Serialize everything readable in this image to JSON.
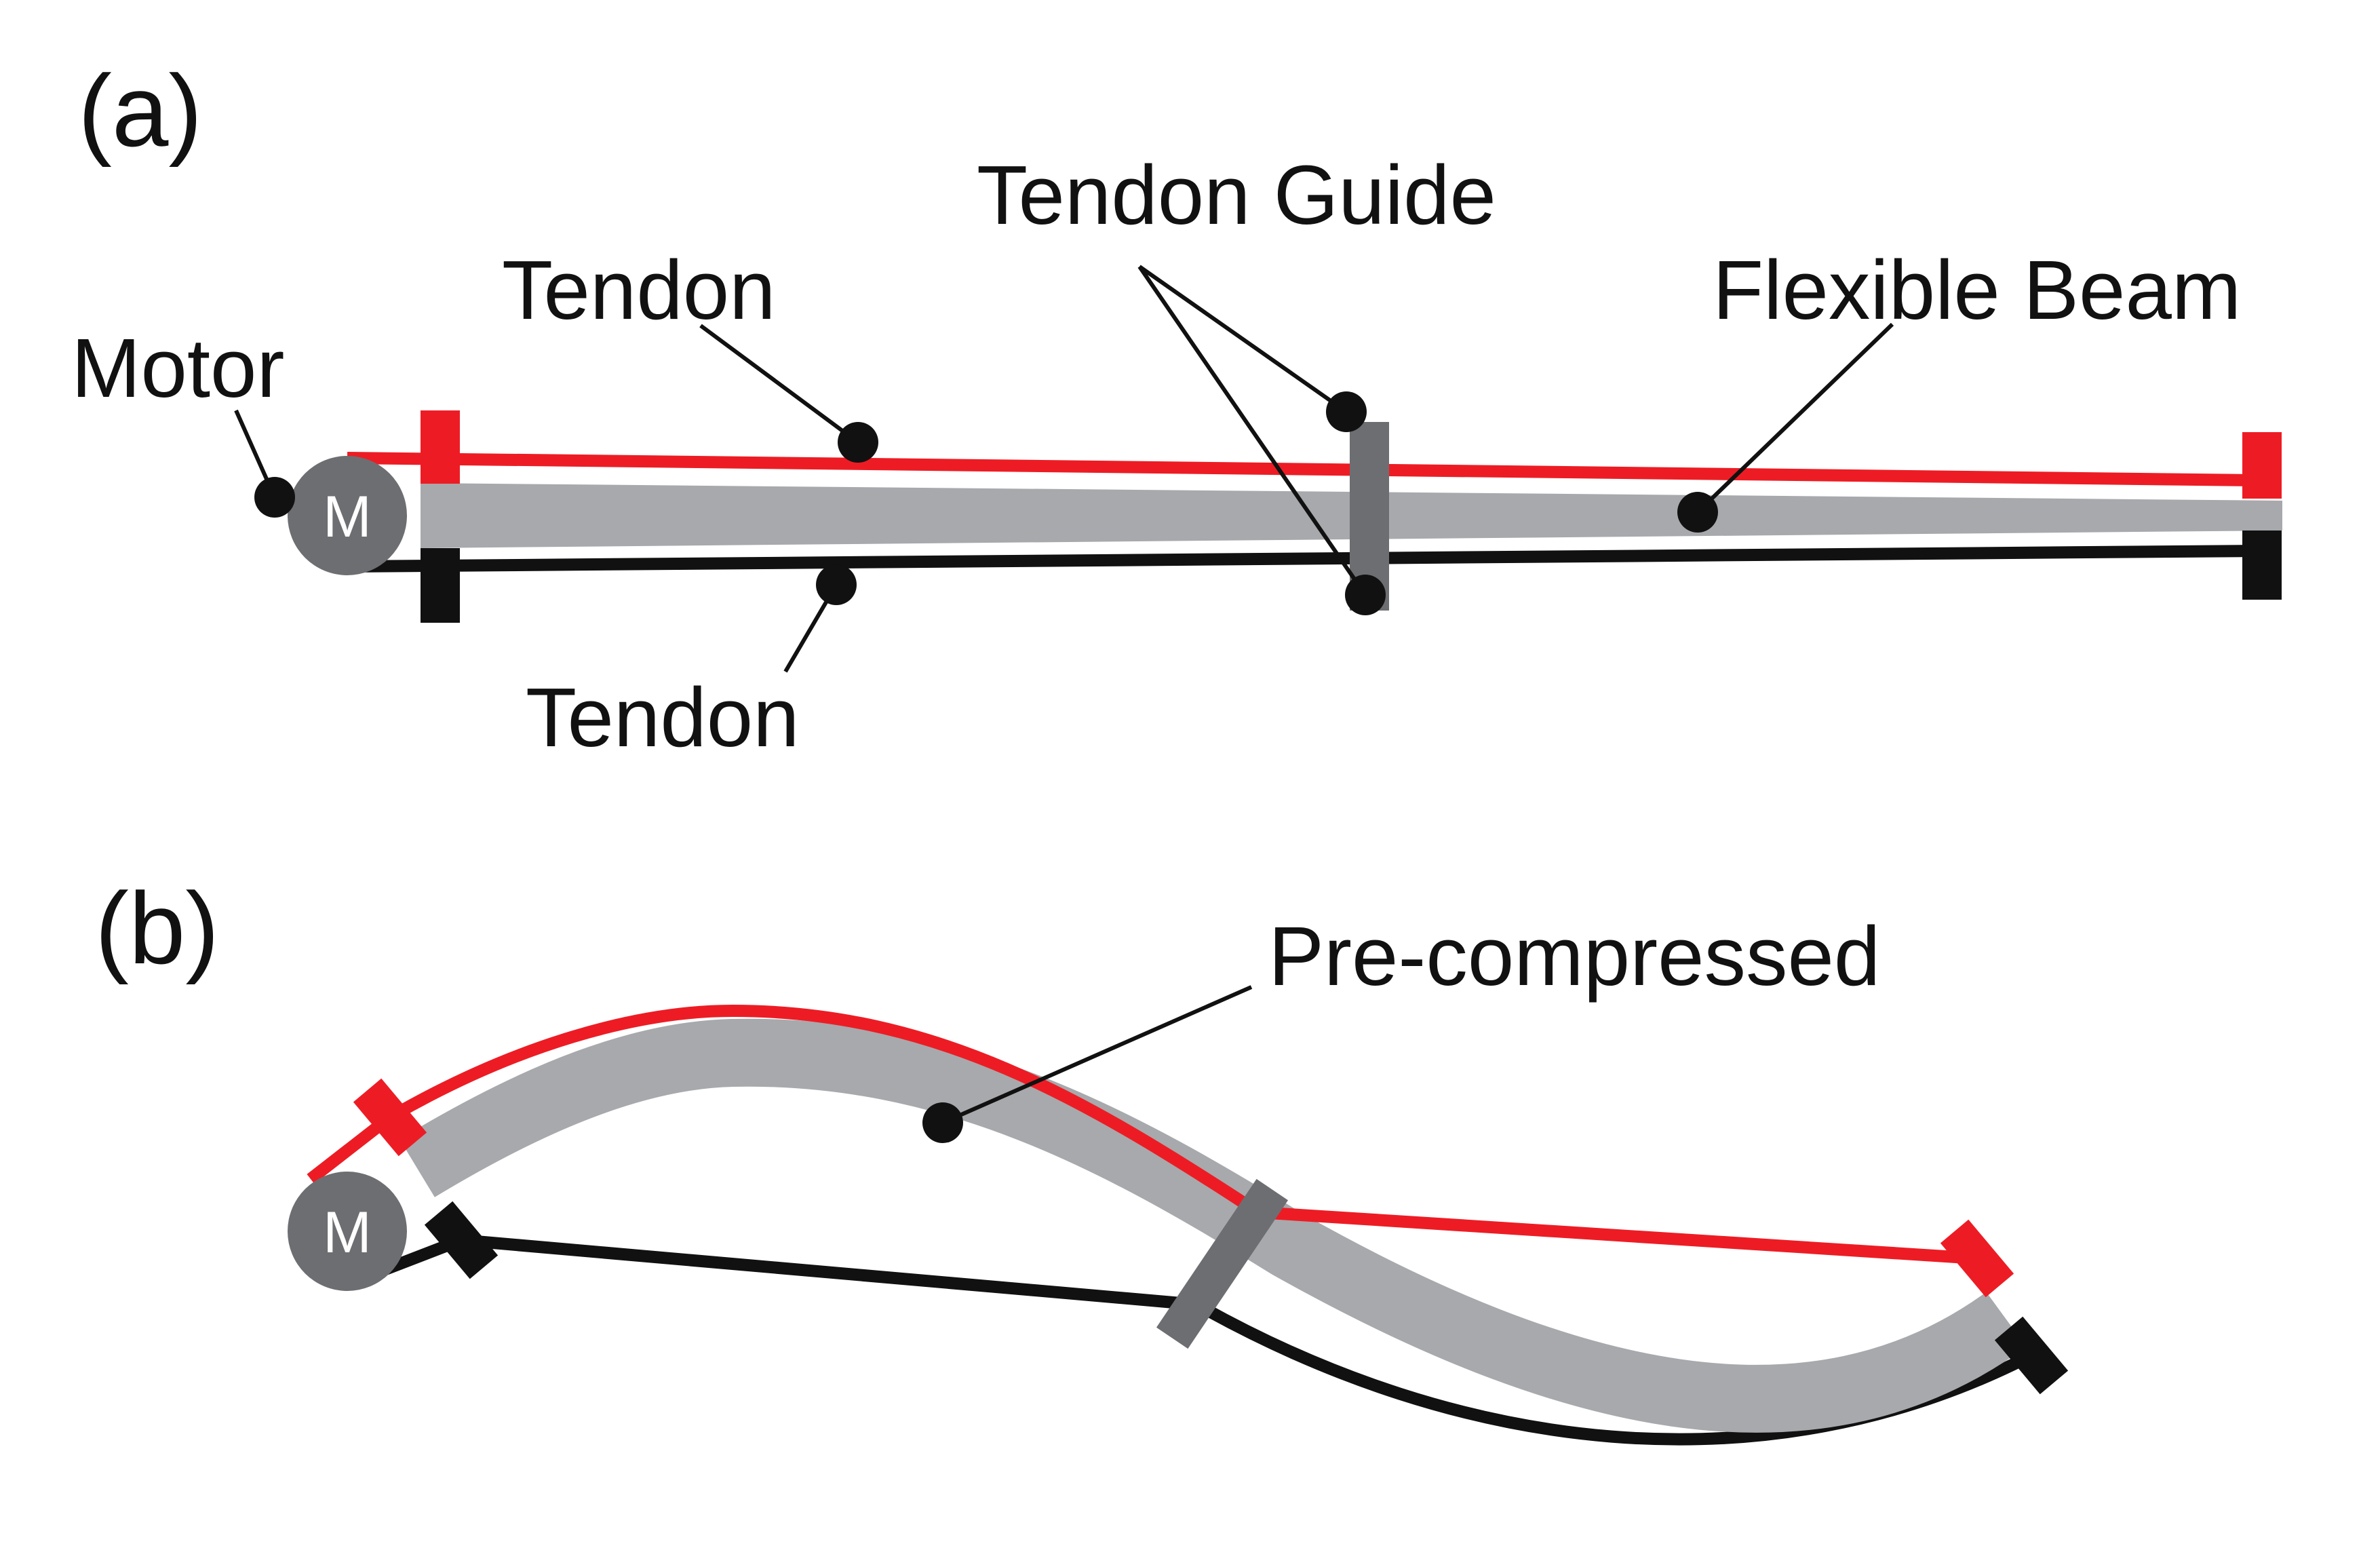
{
  "colors": {
    "tendon_top": "#ed1c24",
    "tendon_bottom": "#111111",
    "beam": "#a7a9ac",
    "guide": "#6d6e71",
    "motor": "#6d6e71",
    "leader": "#111111"
  },
  "panel_a": {
    "label": "(a)",
    "labels": {
      "motor": "Motor",
      "motor_symbol": "M",
      "tendon_top": "Tendon",
      "tendon_bottom": "Tendon",
      "tendon_guide": "Tendon Guide",
      "flexible_beam": "Flexible Beam"
    }
  },
  "panel_b": {
    "label": "(b)",
    "labels": {
      "motor_symbol": "M",
      "pre_compressed": "Pre-compressed"
    }
  }
}
